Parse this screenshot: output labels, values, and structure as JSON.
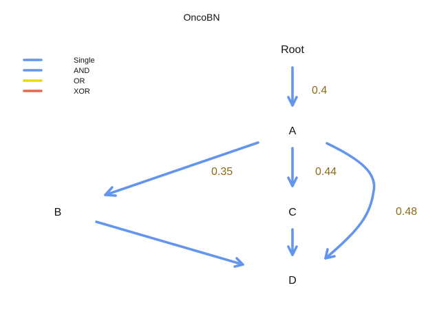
{
  "title": "OncoBN",
  "colors": {
    "single": "#6495ed",
    "and": "#6495ed",
    "or": "#e4dc0c",
    "xor": "#e8664f",
    "edge_label": "#8b6914"
  },
  "legend": {
    "items": [
      {
        "label": "Single",
        "color_key": "single"
      },
      {
        "label": "AND",
        "color_key": "and"
      },
      {
        "label": "OR",
        "color_key": "or"
      },
      {
        "label": "XOR",
        "color_key": "xor"
      }
    ]
  },
  "nodes": {
    "root": "Root",
    "a": "A",
    "b": "B",
    "c": "C",
    "d": "D"
  },
  "edges": [
    {
      "from": "Root",
      "to": "A",
      "label": "0.4",
      "type": "single"
    },
    {
      "from": "A",
      "to": "B",
      "label": "0.35",
      "type": "single"
    },
    {
      "from": "A",
      "to": "C",
      "label": "0.44",
      "type": "single"
    },
    {
      "from": "A",
      "to": "D",
      "label": "0.48",
      "type": "single"
    },
    {
      "from": "B",
      "to": "D",
      "label": "",
      "type": "single"
    },
    {
      "from": "C",
      "to": "D",
      "label": "",
      "type": "single"
    }
  ]
}
